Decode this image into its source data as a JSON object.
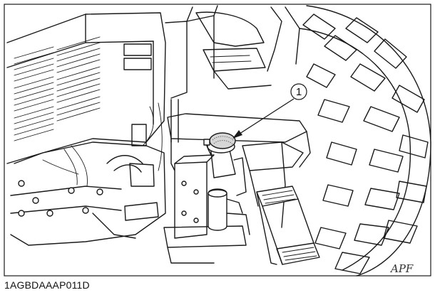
{
  "figure": {
    "caption_code": "1AGBDAAAP011D",
    "callout_number": "1",
    "signature_mark": "APF"
  }
}
